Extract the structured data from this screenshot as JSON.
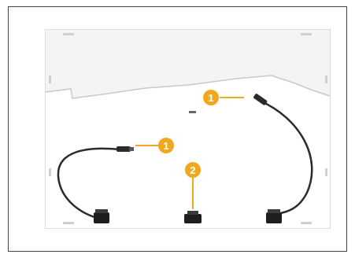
{
  "callouts": [
    {
      "number": "1"
    },
    {
      "number": "1"
    },
    {
      "number": "2"
    }
  ],
  "colors": {
    "callout": "#f0a81e",
    "cable": "#2b2b2b",
    "panel": "#f4f4f4",
    "frame_border": "#444444"
  },
  "icons": [
    "cable-connector-icon",
    "power-connector-icon"
  ]
}
